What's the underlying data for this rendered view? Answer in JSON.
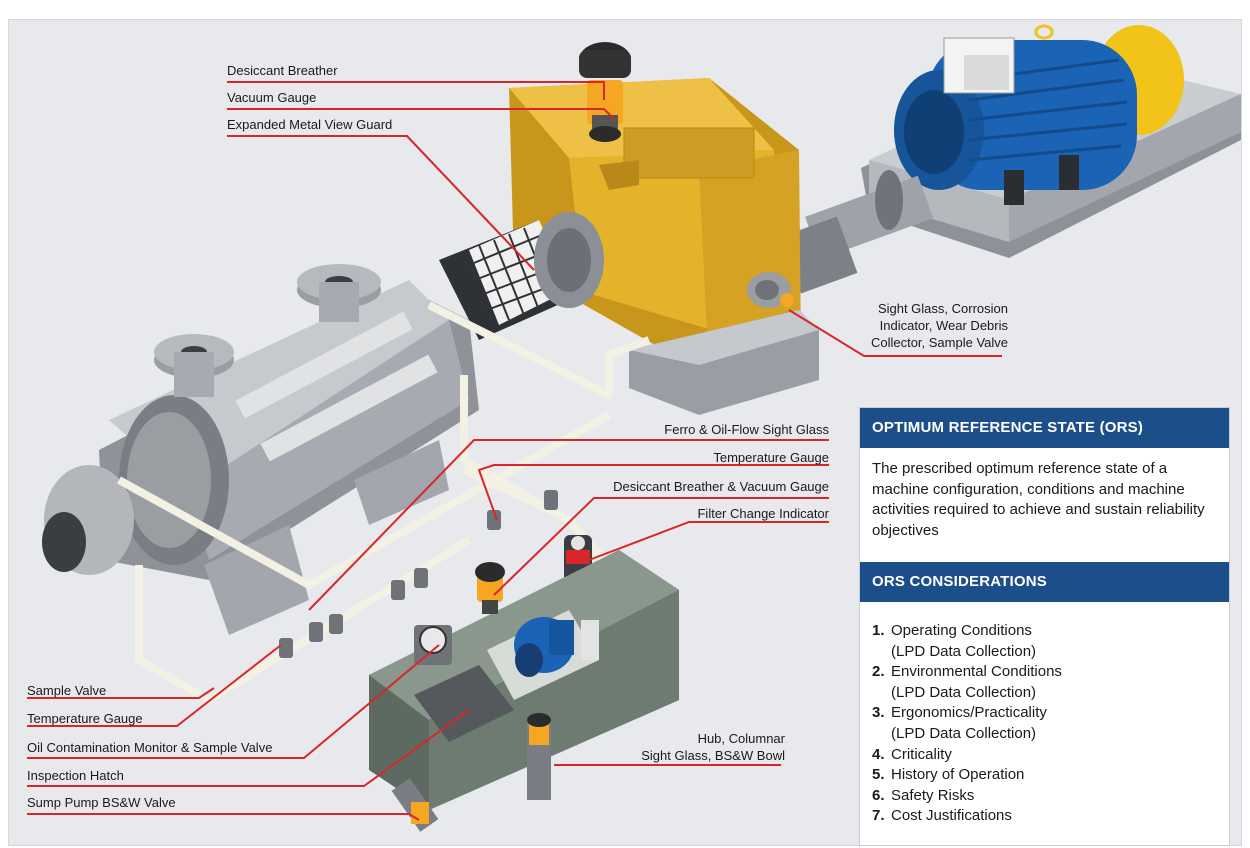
{
  "left_labels": [
    {
      "id": "desiccant-breather",
      "text": "Desiccant Breather"
    },
    {
      "id": "vacuum-gauge",
      "text": "Vacuum Gauge"
    },
    {
      "id": "expanded-metal-view-guard",
      "text": "Expanded Metal View Guard"
    },
    {
      "id": "sample-valve",
      "text": "Sample Valve"
    },
    {
      "id": "temperature-gauge-bottom",
      "text": "Temperature Gauge"
    },
    {
      "id": "oil-contamination-monitor",
      "text": "Oil Contamination Monitor & Sample Valve"
    },
    {
      "id": "inspection-hatch",
      "text": "Inspection Hatch"
    },
    {
      "id": "sump-pump-valve",
      "text": "Sump Pump BS&W Valve"
    }
  ],
  "right_labels": [
    {
      "id": "ferro-sight-glass",
      "text": "Ferro & Oil-Flow Sight Glass"
    },
    {
      "id": "temperature-gauge-right",
      "text": "Temperature Gauge"
    },
    {
      "id": "desiccant-vacuum-gauge",
      "text": "Desiccant Breather & Vacuum Gauge"
    },
    {
      "id": "filter-change-indicator",
      "text": "Filter Change Indicator"
    }
  ],
  "multi_labels": {
    "sight_glass": "Sight Glass, Corrosion\nIndicator, Wear Debris\nCollector, Sample Valve",
    "hub_columnar": "Hub, Columnar\nSight Glass, BS&W Bowl"
  },
  "ors_panel": {
    "heading": "OPTIMUM REFERENCE STATE (ORS)",
    "description": "The prescribed optimum reference state of a machine configuration, conditions and machine activities required to achieve and sustain reliability objectives",
    "considerations_heading": "ORS CONSIDERATIONS",
    "considerations": [
      {
        "num": "1.",
        "text": "Operating Conditions",
        "sub": "(LPD Data Collection)"
      },
      {
        "num": "2.",
        "text": "Environmental Conditions",
        "sub": "(LPD Data Collection)"
      },
      {
        "num": "3.",
        "text": "Ergonomics/Practicality",
        "sub": "(LPD Data Collection)"
      },
      {
        "num": "4.",
        "text": "Criticality",
        "sub": ""
      },
      {
        "num": "5.",
        "text": "History of Operation",
        "sub": ""
      },
      {
        "num": "6.",
        "text": "Safety Risks",
        "sub": ""
      },
      {
        "num": "7.",
        "text": "Cost Justifications",
        "sub": ""
      }
    ]
  },
  "colors": {
    "background": "#e7e9ec",
    "leader_line": "#d9262b",
    "panel_header": "#1c4f8a",
    "housing_yellow": "#e5b32a",
    "motor_blue": "#1a63b5",
    "pump_gray": "#a9adb3",
    "reservoir_gray": "#7d8a80"
  }
}
